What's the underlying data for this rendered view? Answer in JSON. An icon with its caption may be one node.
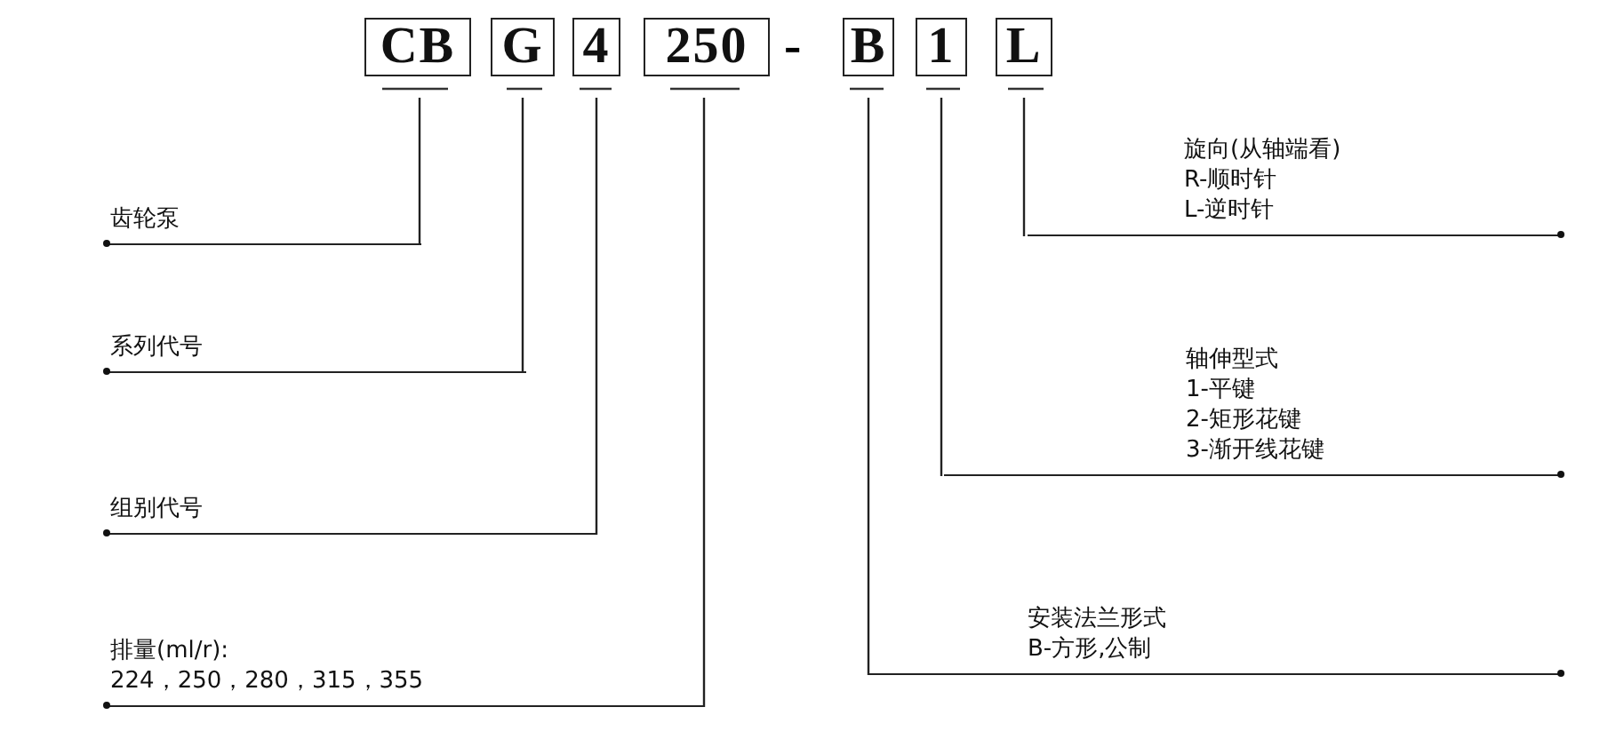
{
  "diagram": {
    "nodes": [
      {
        "text": [
          "CB"
        ]
      },
      {
        "text": [
          "G"
        ]
      },
      {
        "text": [
          "4"
        ]
      },
      {
        "text": [
          "250"
        ]
      },
      {
        "text": [
          "B"
        ]
      },
      {
        "text": [
          "1"
        ]
      },
      {
        "text": [
          "L"
        ]
      },
      {
        "text": [
          "齿轮泵"
        ]
      },
      {
        "text": [
          "系列代号"
        ]
      },
      {
        "text": [
          "组别代号"
        ]
      },
      {
        "text": [
          "排量(ml/r):",
          "224，250，280，315，355"
        ]
      },
      {
        "text": [
          "旋向(从轴端看)",
          "R-顺时针",
          "L-逆时针"
        ]
      },
      {
        "text": [
          "轴伸型式",
          "1-平键",
          "2-矩形花键",
          "3-渐开线花键"
        ]
      },
      {
        "text": [
          "安装法兰形式",
          "B-方形,公制"
        ]
      }
    ],
    "edges": [
      {
        "from": 0,
        "to": 7,
        "arrow": "none"
      },
      {
        "from": 1,
        "to": 8,
        "arrow": "none"
      },
      {
        "from": 2,
        "to": 9,
        "arrow": "none"
      },
      {
        "from": 3,
        "to": 10,
        "arrow": "none"
      },
      {
        "from": 4,
        "to": 13,
        "arrow": "none"
      },
      {
        "from": 5,
        "to": 12,
        "arrow": "none"
      },
      {
        "from": 6,
        "to": 11,
        "arrow": "none"
      }
    ],
    "labels": [
      "-"
    ]
  }
}
